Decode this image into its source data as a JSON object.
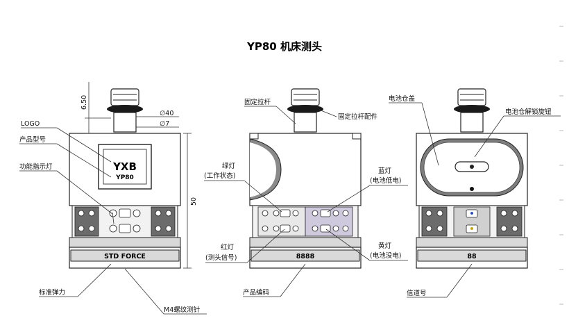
{
  "title": "YP80 机床测头",
  "dimensions": {
    "top_height": "6.50",
    "diameter_large": "∅40",
    "diameter_small": "∅7",
    "total_height": "50"
  },
  "front_view": {
    "logo_text": "YXB",
    "model_text": "YP80",
    "band_text": "STD FORCE",
    "labels": {
      "logo": "LOGO",
      "model": "产品型号",
      "indicator": "功能指示灯",
      "force": "标准弹力",
      "thread": "M4螺纹测针"
    }
  },
  "side_view": {
    "band_text": "8888",
    "labels": {
      "rod": "固定拉杆",
      "rod_part": "固定拉杆配件",
      "green_1": "绿灯",
      "green_2": "(工作状态)",
      "blue_1": "蓝灯",
      "blue_2": "(电池低电)",
      "red_1": "红灯",
      "red_2": "(测头信号)",
      "yellow_1": "黄灯",
      "yellow_2": "(电池没电)",
      "serial": "产品编码"
    }
  },
  "back_view": {
    "band_text": "88",
    "labels": {
      "cover": "电池仓盖",
      "lock": "电池仓解锁旋钮",
      "channel": "信道号"
    }
  }
}
